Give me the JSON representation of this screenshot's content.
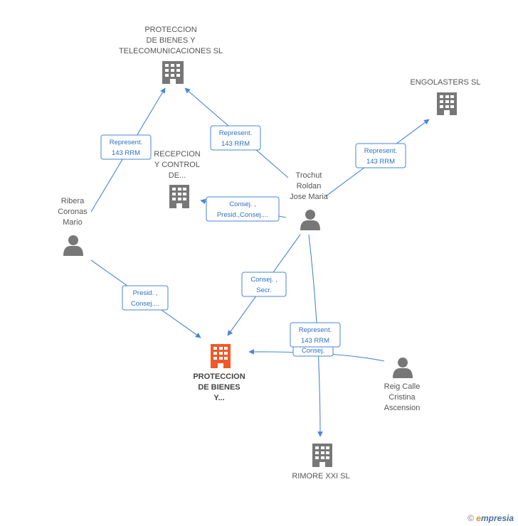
{
  "nodes": {
    "protec_top": {
      "lines": [
        "PROTECCION",
        "DE BIENES Y",
        "TELECOMUNICACIONES SL"
      ],
      "type": "company"
    },
    "engolasters": {
      "lines": [
        "ENGOLASTERS SL"
      ],
      "type": "company"
    },
    "recepcion": {
      "lines": [
        "RECEPCION",
        "Y CONTROL",
        "DE..."
      ],
      "type": "company"
    },
    "trochut": {
      "lines": [
        "Trochut",
        "Roldan",
        "Jose Maria"
      ],
      "type": "person"
    },
    "ribera": {
      "lines": [
        "Ribera",
        "Coronas",
        "Mario"
      ],
      "type": "person"
    },
    "protec_main": {
      "lines": [
        "PROTECCION",
        "DE BIENES",
        "Y..."
      ],
      "type": "company-focus"
    },
    "reig": {
      "lines": [
        "Reig Calle",
        "Cristina",
        "Ascension"
      ],
      "type": "person"
    },
    "rimore": {
      "lines": [
        "RIMORE XXI SL"
      ],
      "type": "company"
    }
  },
  "edges": [
    {
      "id": "ribera-protec_top",
      "lines": [
        "Represent.",
        "143 RRM"
      ]
    },
    {
      "id": "trochut-protec_top",
      "lines": [
        "Represent.",
        "143 RRM"
      ]
    },
    {
      "id": "trochut-engolasters",
      "lines": [
        "Represent.",
        "143 RRM"
      ]
    },
    {
      "id": "trochut-recepcion",
      "lines": [
        "Consej. ,",
        "Presid.,Consej...."
      ]
    },
    {
      "id": "ribera-protec_main",
      "lines": [
        "Presid. ,",
        "Consej...."
      ]
    },
    {
      "id": "trochut-protec_main",
      "lines": [
        "Consej. ,",
        "Secr."
      ]
    },
    {
      "id": "trochut-rimore",
      "lines": [
        "Represent.",
        "143 RRM"
      ]
    },
    {
      "id": "reig-protec_main",
      "lines": [
        "Consej."
      ]
    }
  ],
  "footer": {
    "copyright": "©",
    "brand_e": "e",
    "brand_rest": "mpresia"
  },
  "colors": {
    "edge": "#4a86d6",
    "icon": "#777777",
    "focus": "#f05a28"
  }
}
